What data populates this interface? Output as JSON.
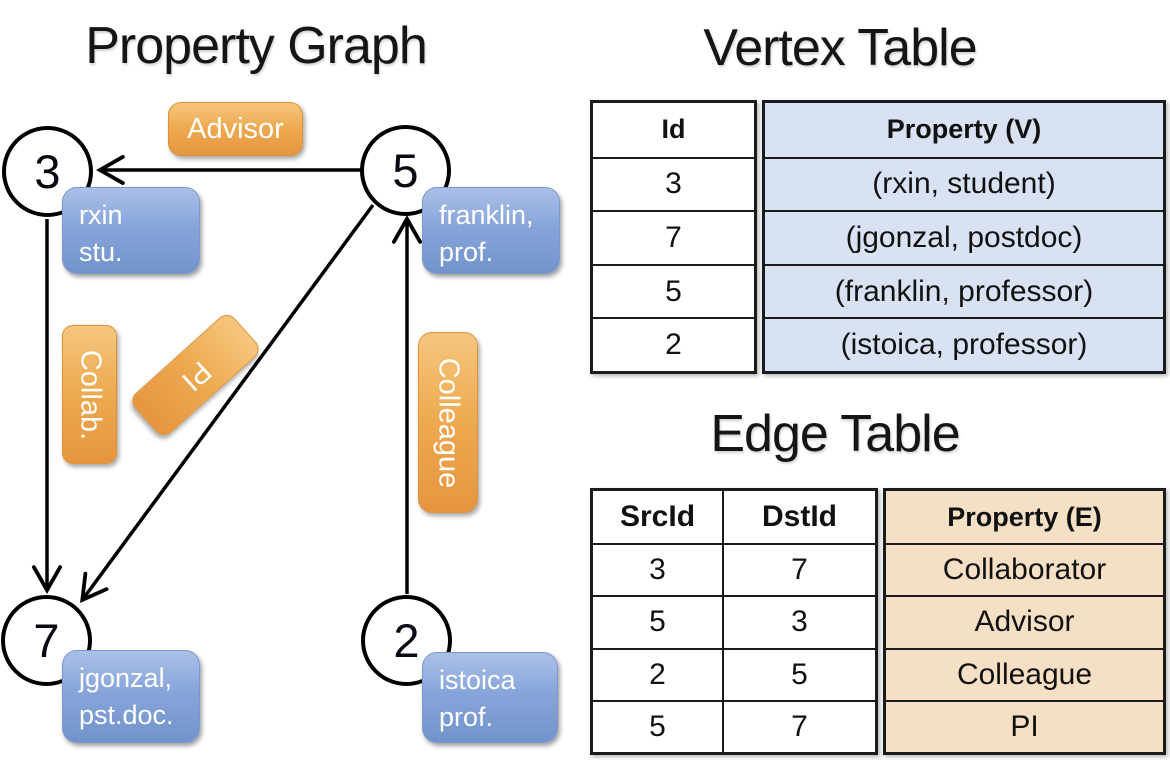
{
  "titles": {
    "graph": "Property Graph",
    "vertex_table": "Vertex Table",
    "edge_table": "Edge Table"
  },
  "graph": {
    "nodes": [
      {
        "id": "3",
        "lines": [
          "rxin",
          "stu."
        ]
      },
      {
        "id": "5",
        "lines": [
          "franklin,",
          "prof."
        ]
      },
      {
        "id": "7",
        "lines": [
          "jgonzal,",
          "pst.doc."
        ]
      },
      {
        "id": "2",
        "lines": [
          "istoica",
          "prof."
        ]
      }
    ],
    "edges": [
      {
        "src": "3",
        "dst": "7",
        "label": "Collab."
      },
      {
        "src": "5",
        "dst": "3",
        "label": "Advisor"
      },
      {
        "src": "2",
        "dst": "5",
        "label": "Colleague"
      },
      {
        "src": "5",
        "dst": "7",
        "label": "PI"
      }
    ]
  },
  "vertex_table": {
    "columns": [
      "Id",
      "Property (V)"
    ],
    "rows": [
      {
        "id": "3",
        "property": "(rxin, student)"
      },
      {
        "id": "7",
        "property": "(jgonzal, postdoc)"
      },
      {
        "id": "5",
        "property": "(franklin, professor)"
      },
      {
        "id": "2",
        "property": "(istoica, professor)"
      }
    ]
  },
  "edge_table": {
    "columns": [
      "SrcId",
      "DstId",
      "Property (E)"
    ],
    "rows": [
      {
        "src": "3",
        "dst": "7",
        "property": "Collaborator"
      },
      {
        "src": "5",
        "dst": "3",
        "property": "Advisor"
      },
      {
        "src": "2",
        "dst": "5",
        "property": "Colleague"
      },
      {
        "src": "5",
        "dst": "7",
        "property": "PI"
      }
    ]
  },
  "colors": {
    "node_box_blue": "#87a5da",
    "edge_pill_orange": "#eda94f",
    "vertex_property_cell": "#d9e2f3",
    "edge_property_cell": "#f5dfc5",
    "line_black": "#000000"
  }
}
